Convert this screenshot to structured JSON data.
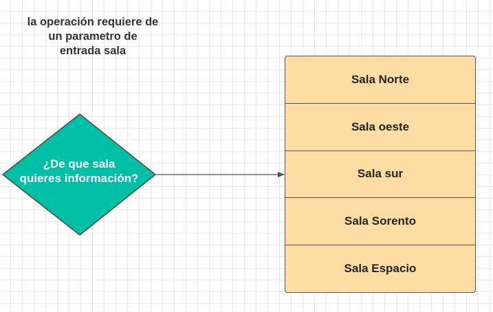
{
  "note": {
    "lines": [
      "la operación requiere de",
      "un parametro de",
      "entrada sala"
    ]
  },
  "decision": {
    "lines": [
      "¿De que sala",
      "quieres información?"
    ],
    "fill": "#00bfa5"
  },
  "rooms": {
    "fill": "#fedda5",
    "items": [
      "Sala Norte",
      "Sala oeste",
      "Sala sur",
      "Sala Sorento",
      "Sala Espacio"
    ]
  }
}
